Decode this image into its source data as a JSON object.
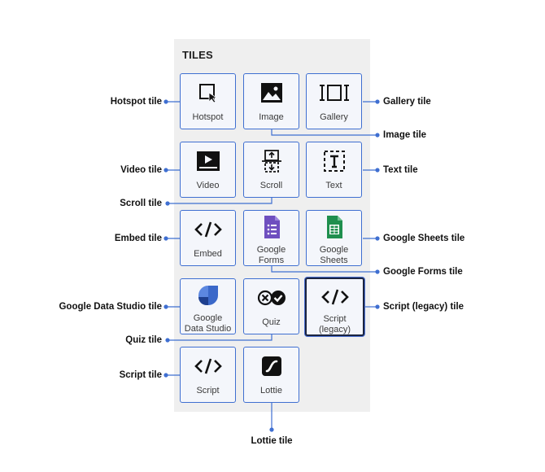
{
  "panel": {
    "title": "TILES"
  },
  "tiles": {
    "hotspot": {
      "label": "Hotspot"
    },
    "image": {
      "label": "Image"
    },
    "gallery": {
      "label": "Gallery"
    },
    "video": {
      "label": "Video"
    },
    "scroll": {
      "label": "Scroll"
    },
    "text": {
      "label": "Text"
    },
    "embed": {
      "label": "Embed"
    },
    "google_forms": {
      "label_line1": "Google",
      "label_line2": "Forms"
    },
    "google_sheets": {
      "label_line1": "Google",
      "label_line2": "Sheets"
    },
    "google_data_studio": {
      "label_line1": "Google",
      "label_line2": "Data Studio"
    },
    "quiz": {
      "label": "Quiz"
    },
    "script_legacy": {
      "label_line1": "Script",
      "label_line2": "(legacy)"
    },
    "script": {
      "label": "Script"
    },
    "lottie": {
      "label": "Lottie"
    }
  },
  "callouts": {
    "hotspot": "Hotspot tile",
    "gallery": "Gallery tile",
    "image": "Image tile",
    "video": "Video tile",
    "text": "Text tile",
    "scroll": "Scroll tile",
    "embed": "Embed tile",
    "google_sheets": "Google Sheets tile",
    "google_forms": "Google Forms tile",
    "google_data_studio": "Google Data Studio tile",
    "script_legacy": "Script (legacy) tile",
    "quiz": "Quiz tile",
    "script": "Script tile",
    "lottie": "Lottie tile"
  },
  "colors": {
    "accent": "#3f6fd1",
    "tile_bg": "#f4f6fb",
    "panel_bg": "#efefef",
    "forms_purple": "#6e4fbf",
    "sheets_green": "#1f8f4e",
    "data_studio_blue": "#3b68c9"
  }
}
